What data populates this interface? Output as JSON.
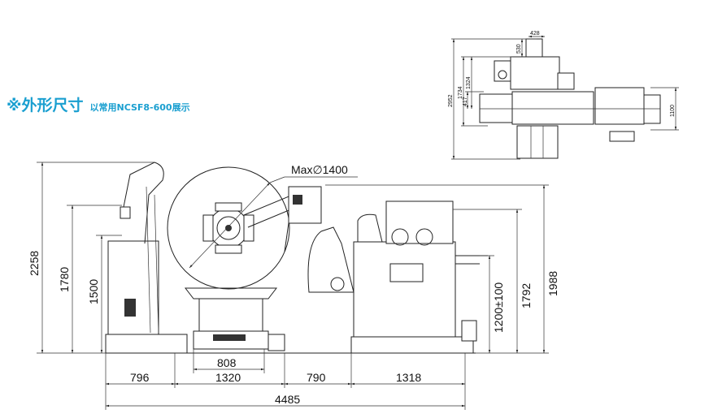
{
  "heading": {
    "title": "※外形尺寸",
    "subtitle": "以常用NCSF8-600展示"
  },
  "front_view": {
    "max_diameter": "Max∅1400",
    "heights": {
      "total": "2258",
      "h1780": "1780",
      "h1500": "1500",
      "pass_line": "1200±100",
      "h1792": "1792",
      "h1988": "1988"
    },
    "widths": {
      "w808": "808",
      "w796": "796",
      "w1320": "1320",
      "w790": "790",
      "w1318": "1318",
      "total": "4485"
    }
  },
  "top_view": {
    "w428": "428",
    "h530": "530",
    "h2952": "2952",
    "h1734": "1734",
    "h1324": "1324",
    "h417": "417",
    "h1100": "1100"
  }
}
